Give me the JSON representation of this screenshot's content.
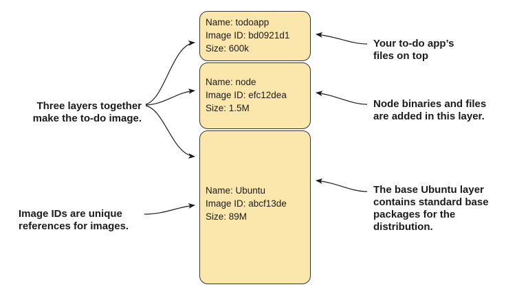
{
  "layers": [
    {
      "name": "Name: todoapp",
      "id": "Image ID: bd0921d1",
      "size": "Size: 600k"
    },
    {
      "name": "Name: node",
      "id": "Image ID: efc12dea",
      "size": "Size: 1.5M"
    },
    {
      "name": "Name: Ubuntu",
      "id": "Image ID: abcf13de",
      "size": "Size: 89M"
    }
  ],
  "notes": {
    "top": [
      "Your to-do app’s",
      "files on top"
    ],
    "mid": [
      "Node binaries and files",
      "are added in this layer."
    ],
    "base": [
      "The base Ubuntu layer",
      "contains standard base",
      "packages for the",
      "distribution."
    ],
    "left_layers": [
      "Three layers together",
      "make the to-do image."
    ],
    "left_ids": [
      "Image IDs are unique",
      "references for images."
    ]
  },
  "colors": {
    "layer_fill": "#fbe6ac",
    "layer_border": "#333333",
    "text": "#1a1a1a"
  }
}
